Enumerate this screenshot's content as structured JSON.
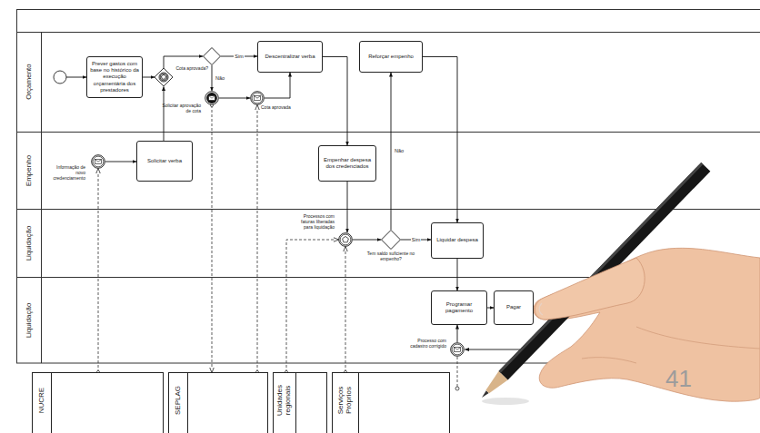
{
  "diagram": {
    "nodes": [
      {
        "text": [
          "Orçamento"
        ]
      },
      {
        "text": [
          "Prever gastos com base no histórico da execução orçamentária dos prestadores"
        ],
        "in": 0
      },
      {
        "text": [
          "Cota aprovada?"
        ],
        "in": 0
      },
      {
        "text": [
          "Descentralizar verba"
        ],
        "in": 0
      },
      {
        "text": [
          "Solicitar aprovação de cota"
        ],
        "in": 0
      },
      {
        "text": [
          "Cota aprovada"
        ],
        "in": 0
      },
      {
        "text": [
          "Reforçar empenho"
        ],
        "in": 0
      },
      {
        "text": [
          "Empenho"
        ]
      },
      {
        "text": [
          "Informação de novo credenciamento"
        ],
        "in": 7
      },
      {
        "text": [
          "Solicitar verba"
        ],
        "in": 7
      },
      {
        "text": [
          "Empenhar despesa dos credenciados"
        ],
        "in": 7
      },
      {
        "text": [
          "Liquidação"
        ]
      },
      {
        "text": [
          "Processos com faturas liberadas para liquidação"
        ],
        "in": 11
      },
      {
        "text": [
          "Tem saldo suficiente no empenho?"
        ],
        "in": 11
      },
      {
        "text": [
          "Liquidar despesa"
        ],
        "in": 11
      },
      {
        "text": [
          "Liquidação"
        ]
      },
      {
        "text": [
          "Programar pagamento"
        ],
        "in": 15
      },
      {
        "text": [
          "Pagar"
        ],
        "in": 15
      },
      {
        "text": [
          "Processo com cadastro corrigido"
        ],
        "in": 15
      },
      {
        "text": [
          "NUCRE"
        ]
      },
      {
        "text": [
          "SEPLAG"
        ]
      },
      {
        "text": [
          "Unidades regionais"
        ]
      },
      {
        "text": [
          "Serviços Próprios"
        ]
      }
    ],
    "edges": [
      {
        "from": 2,
        "to": 3,
        "label": "Sim",
        "arrow": "to"
      },
      {
        "from": 2,
        "to": 4,
        "label": "Não",
        "arrow": "to"
      },
      {
        "from": 4,
        "to": 5,
        "arrow": "to"
      },
      {
        "from": 5,
        "to": 3,
        "arrow": "to"
      },
      {
        "from": 8,
        "to": 9,
        "arrow": "to"
      },
      {
        "from": 3,
        "to": 10,
        "arrow": "to"
      },
      {
        "from": 10,
        "to": 12,
        "arrow": "to"
      },
      {
        "from": 12,
        "to": 13,
        "arrow": "to"
      },
      {
        "from": 13,
        "to": 14,
        "label": "Sim",
        "arrow": "to"
      },
      {
        "from": 13,
        "to": 6,
        "label": "Não",
        "arrow": "to"
      },
      {
        "from": 6,
        "to": 14,
        "arrow": "to"
      },
      {
        "from": 14,
        "to": 16,
        "arrow": "to"
      },
      {
        "from": 16,
        "to": 17,
        "arrow": "to"
      },
      {
        "from": 18,
        "to": 16,
        "arrow": "to"
      },
      {
        "from": 19,
        "to": 8,
        "arrow": "to"
      },
      {
        "from": 4,
        "to": 20,
        "arrow": "to"
      },
      {
        "from": 20,
        "to": 5,
        "arrow": "to"
      },
      {
        "from": 21,
        "to": 12,
        "arrow": "to"
      },
      {
        "from": 22,
        "to": 12,
        "arrow": "to"
      }
    ],
    "labels": [
      "41"
    ]
  }
}
